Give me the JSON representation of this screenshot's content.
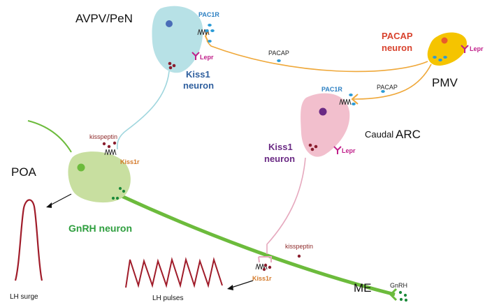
{
  "regions": {
    "avpv": "AVPV/PeN",
    "poa": "POA",
    "pmv": "PMV",
    "arc_prefix": "Caudal",
    "arc": "ARC",
    "me": "ME"
  },
  "neurons": {
    "kiss1_avpv": [
      "Kiss1",
      "neuron"
    ],
    "kiss1_arc": [
      "Kiss1",
      "neuron"
    ],
    "pacap": [
      "PACAP",
      "neuron"
    ],
    "gnrh": "GnRH neuron"
  },
  "receptors": {
    "pac1r_top": "PAC1R",
    "pac1r_arc": "PAC1R",
    "lepr_avpv": "Lepr",
    "lepr_pmv": "Lepr",
    "lepr_arc": "Lepr",
    "kiss1r_poa": "Kiss1r",
    "kiss1r_me": "Kiss1r"
  },
  "ligands": {
    "pacap_top": "PACAP",
    "pacap_arc": "PACAP",
    "kisspeptin_poa": "kisspeptin",
    "kisspeptin_me": "kisspeptin",
    "gnrh": "GnRH"
  },
  "outputs": {
    "lh_surge": "LH surge",
    "lh_pulses": "LH pulses"
  },
  "colors": {
    "kiss1_avpv_cell": "#b7e1e6",
    "kiss1_arc_cell": "#f2bfcd",
    "pacap_cell": "#f5c400",
    "gnrh_cell": "#c8dfa0",
    "gnrh_axon": "#6cbb3c",
    "pacap_axon": "#efa83a",
    "kiss_avpv_axon": "#9fd6de",
    "kiss_arc_axon": "#e6a9be",
    "lh_trace": "#a01c2a",
    "receptor_blue": "#2b7fc2",
    "lepr_magenta": "#c0208a",
    "kiss1_blue_text": "#2f5f9e",
    "kiss1_purple_text": "#6a2a84",
    "pacap_red_text": "#d8432e",
    "gnrh_green_text": "#2e9e3e",
    "kiss1r_orange": "#d47a2a",
    "kisspeptin_text": "#8e2a2a"
  }
}
